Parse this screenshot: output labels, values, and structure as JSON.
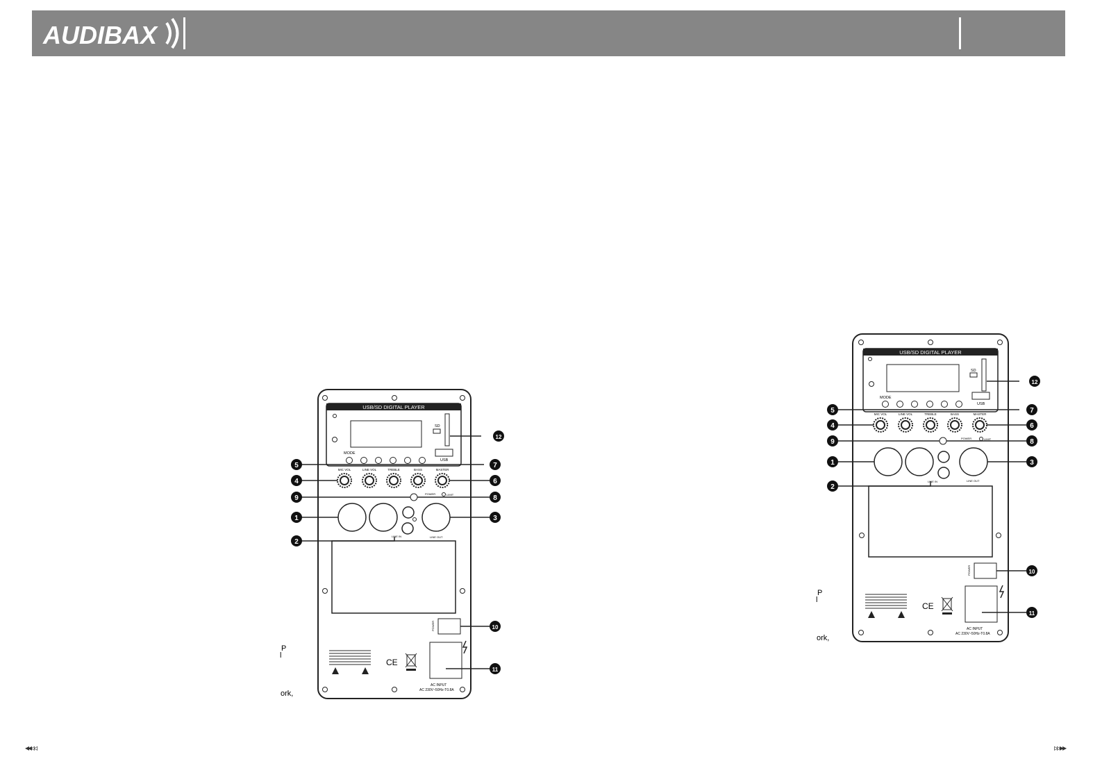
{
  "header": {
    "logo_text": "AUDIBAX",
    "accent_color": "#868686"
  },
  "panel": {
    "player_title": "USB/SD DIGITAL PLAYER",
    "sd_label": "SD",
    "usb_label": "USB",
    "mode_label": "MODE",
    "knobs": [
      "MIC VOL",
      "LINE VOL",
      "TREBLE",
      "BASS",
      "MASTER"
    ],
    "power_clip_label": "POWER",
    "clip_label": "CLIP/LIMIT",
    "limit_label": "LIMIT",
    "line_in_label": "LINE IN",
    "line_out_label": "LINE OUT",
    "power_switch_label": "POWER",
    "ac_input_line1": "AC INPUT",
    "ac_input_line2": "AC 230V~50Hz-T0.8A",
    "ce_mark": "CE",
    "callouts": [
      "1",
      "2",
      "3",
      "4",
      "5",
      "6",
      "7",
      "8",
      "9",
      "10",
      "11",
      "12"
    ]
  },
  "fragments": {
    "p": "P",
    "l": "l",
    "ork": "ork,"
  },
  "footer": {
    "prev_arrows": "◂◂◃◃",
    "next_arrows": "▹▹▸▸"
  }
}
